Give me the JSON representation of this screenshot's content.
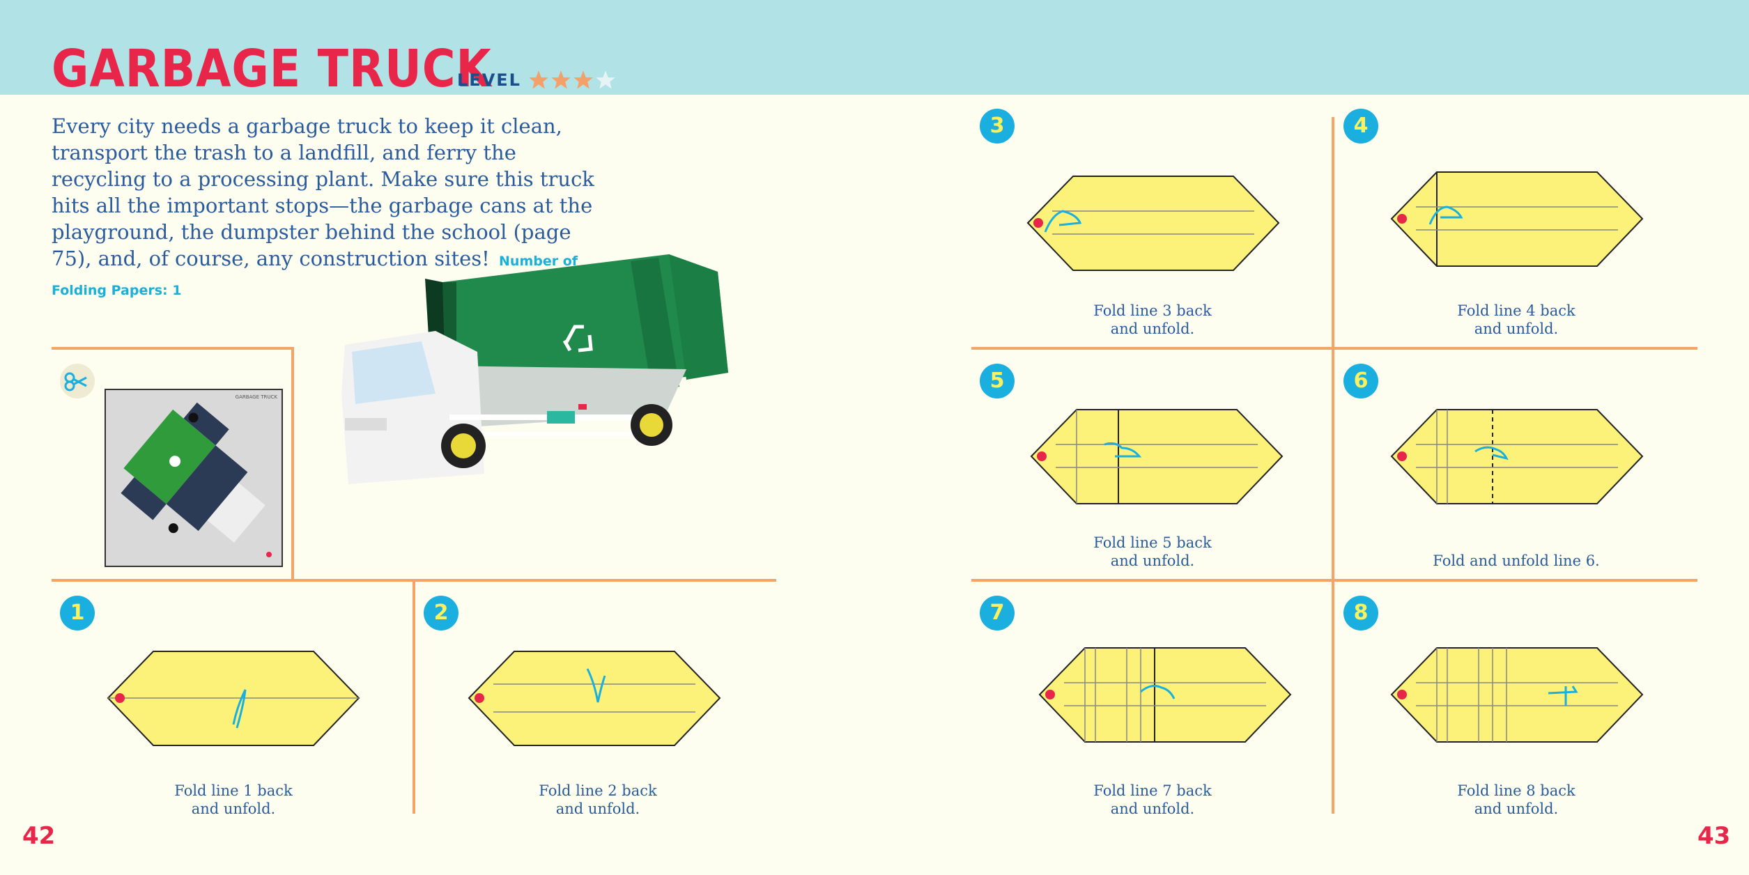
{
  "header": {
    "title": "GARBAGE TRUCK",
    "level_label": "LEVEL",
    "level_rating": 3,
    "level_max": 4
  },
  "intro": {
    "text": "Every city needs a garbage truck to keep it clean, transport the trash to a landfill, and ferry the recycling to a processing plant. Make sure this truck hits all the important stops—the garbage cans at the playground, the dumpster behind the school (page 75), and, of course, any construction sites!",
    "papers_note": "Number of Folding Papers: 1"
  },
  "template": {
    "label": "GARBAGE TRUCK"
  },
  "steps": [
    {
      "number": "1",
      "line1": "Fold line 1 back",
      "line2": "and unfold."
    },
    {
      "number": "2",
      "line1": "Fold line 2 back",
      "line2": "and unfold."
    },
    {
      "number": "3",
      "line1": "Fold line 3 back",
      "line2": "and unfold."
    },
    {
      "number": "4",
      "line1": "Fold line 4 back",
      "line2": "and unfold."
    },
    {
      "number": "5",
      "line1": "Fold line 5 back",
      "line2": "and unfold."
    },
    {
      "number": "6",
      "line1": "Fold and unfold line 6.",
      "line2": ""
    },
    {
      "number": "7",
      "line1": "Fold line 7 back",
      "line2": "and unfold."
    },
    {
      "number": "8",
      "line1": "Fold line 8 back",
      "line2": "and unfold."
    }
  ],
  "pages": {
    "left": "42",
    "right": "43"
  },
  "colors": {
    "band": "#b0e2e6",
    "title": "#e8264a",
    "text": "#2a5b9c",
    "accent": "#1aafde",
    "paper": "#fcf27a",
    "divider": "#f2a567"
  }
}
